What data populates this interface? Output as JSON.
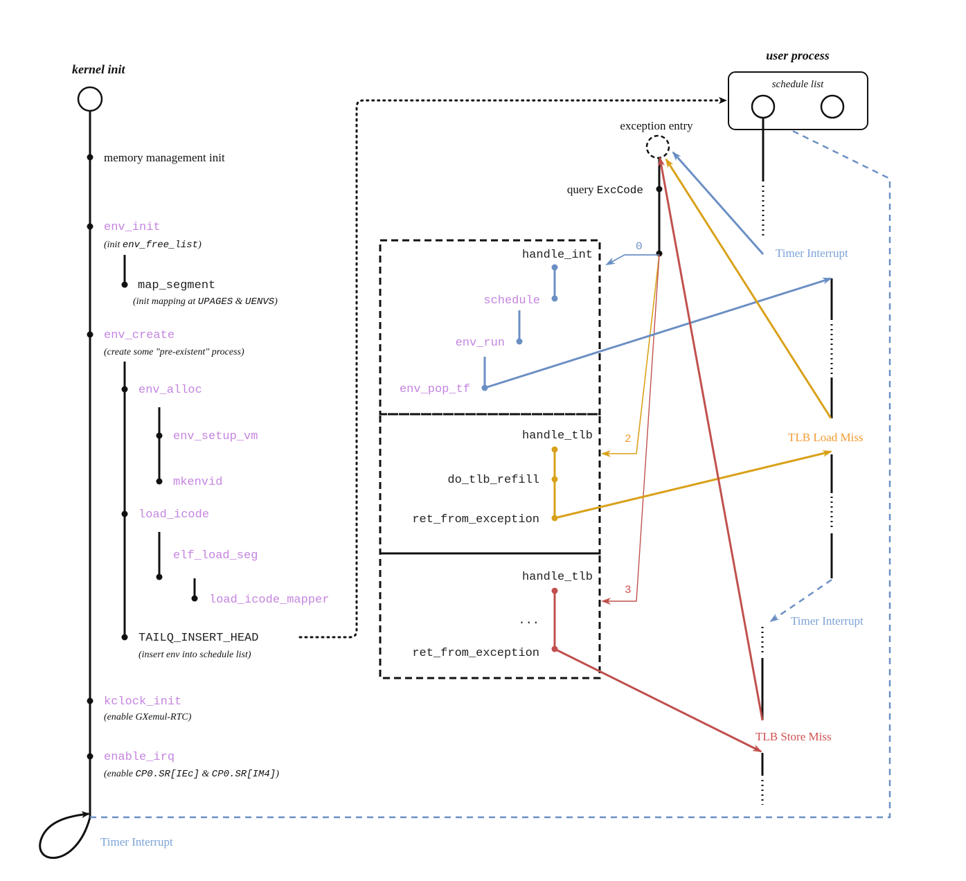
{
  "colors": {
    "black": "#111111",
    "purple": "#c585e0",
    "blue": "#6b8fc4",
    "light_blue": "#7ba3d6",
    "gold": "#d9a11a",
    "orange": "#f39c33",
    "red": "#c0504d"
  },
  "kernel": {
    "title": "kernel init",
    "steps": {
      "mem_init": "memory management init",
      "env_init": "env_init",
      "env_init_note_a": "(init ",
      "env_init_note_b": "env_free_list",
      "env_init_note_c": ")",
      "map_segment": "map_segment",
      "map_segment_note_a": "(init mapping at ",
      "map_segment_note_b": "UPAGES",
      "map_segment_note_c": " & ",
      "map_segment_note_d": "UENVS",
      "map_segment_note_e": ")",
      "env_create": "env_create",
      "env_create_note": "(create some \"pre-existent\" process)",
      "env_alloc": "env_alloc",
      "env_setup_vm": "env_setup_vm",
      "mkenvid": "mkenvid",
      "load_icode": "load_icode",
      "elf_load_seg": "elf_load_seg",
      "load_icode_mapper": "load_icode_mapper",
      "tailq": "TAILQ_INSERT_HEAD",
      "tailq_note": "(insert env into schedule list)",
      "kclock_init": "kclock_init",
      "kclock_note": "(enable GXemul-RTC)",
      "enable_irq": "enable_irq",
      "irq_note_a": "(enable ",
      "irq_note_b": "CP0.SR[IEc]",
      "irq_note_c": " & ",
      "irq_note_d": "CP0.SR[IM4]",
      "irq_note_e": ")"
    },
    "loop_label": "Timer Interrupt"
  },
  "exception": {
    "entry_label": "exception entry",
    "query_a": "query ",
    "query_b": "ExcCode",
    "code_int": "0",
    "code_tlbl": "2",
    "code_tlbs": "3",
    "box_int": {
      "handler": "handle_int",
      "schedule": "schedule",
      "env_run": "env_run",
      "env_pop_tf": "env_pop_tf"
    },
    "box_tlbl": {
      "handler": "handle_tlb",
      "refill": "do_tlb_refill",
      "ret": "ret_from_exception"
    },
    "box_tlbs": {
      "handler": "handle_tlb",
      "ellipsis": "...",
      "ret": "ret_from_exception"
    }
  },
  "user": {
    "title": "user process",
    "schedule_list": "schedule list",
    "timer1": "Timer Interrupt",
    "tlb_load": "TLB Load Miss",
    "timer2": "Timer Interrupt",
    "tlb_store": "TLB Store Miss"
  }
}
